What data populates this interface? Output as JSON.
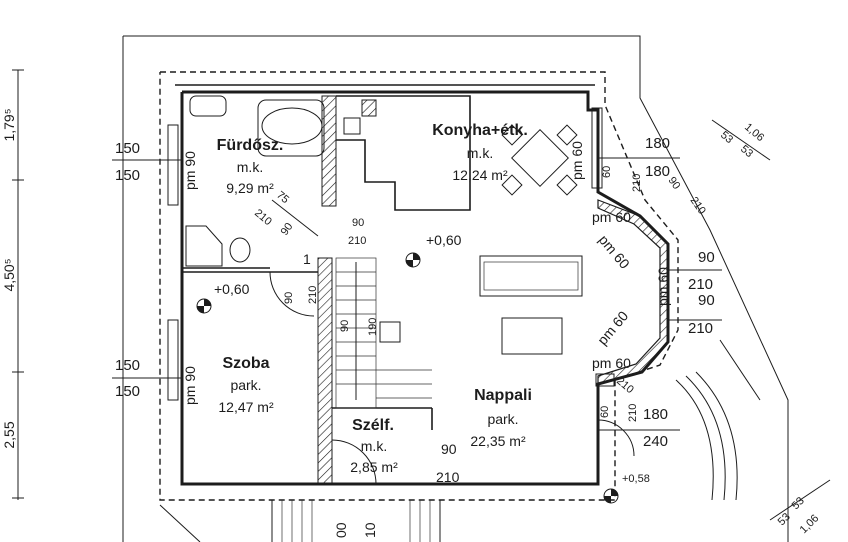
{
  "rooms": {
    "bath": {
      "name": "Fürdősz.",
      "floor": "m.k.",
      "area": "9,29 m²"
    },
    "kitchen": {
      "name": "Konyha+étk.",
      "floor": "m.k.",
      "area": "12,24 m²"
    },
    "room": {
      "name": "Szoba",
      "floor": "park.",
      "area": "12,47 m²"
    },
    "living": {
      "name": "Nappali",
      "floor": "park.",
      "area": "22,35 m²"
    },
    "wind": {
      "name": "Szélf.",
      "floor": "m.k.",
      "area": "2,85 m²"
    }
  },
  "levels": {
    "hall": "+0,60",
    "room": "+0,60",
    "entry": "+0,58"
  },
  "left_dims": {
    "d1": "1,79⁵",
    "d2": "4,50⁵",
    "d3": "2,55"
  },
  "diag_dims": {
    "a": "1,06",
    "b": "53",
    "c": "53"
  },
  "labels": {
    "w150a": "150",
    "w150b": "150",
    "w150c": "150",
    "w150d": "150",
    "pm90a": "pm 90",
    "pm90b": "pm 90",
    "pm60a": "pm 60",
    "n180a": "180",
    "n180b": "180",
    "n210a": "210",
    "n60a": "60",
    "pm60b": "pm 60",
    "n210b": "210",
    "pm60c": "pm 60",
    "pm60d": "pm 60",
    "pm60e": "pm 60",
    "n90a": "90",
    "n210c": "210",
    "n90b": "90",
    "n210d": "210",
    "pm60f": "pm 60",
    "n210e": "210",
    "n210f": "210",
    "n180c": "180",
    "n240": "240",
    "n60b": "60",
    "n75": "75",
    "n210g": "210",
    "n90c": "90",
    "n90d": "90",
    "n210h": "210",
    "n1": "1",
    "n90e": "90",
    "n210i": "210",
    "n90f": "90",
    "n190": "190",
    "n90g": "90",
    "n210j": "210",
    "n00": "00",
    "n10": "10"
  }
}
